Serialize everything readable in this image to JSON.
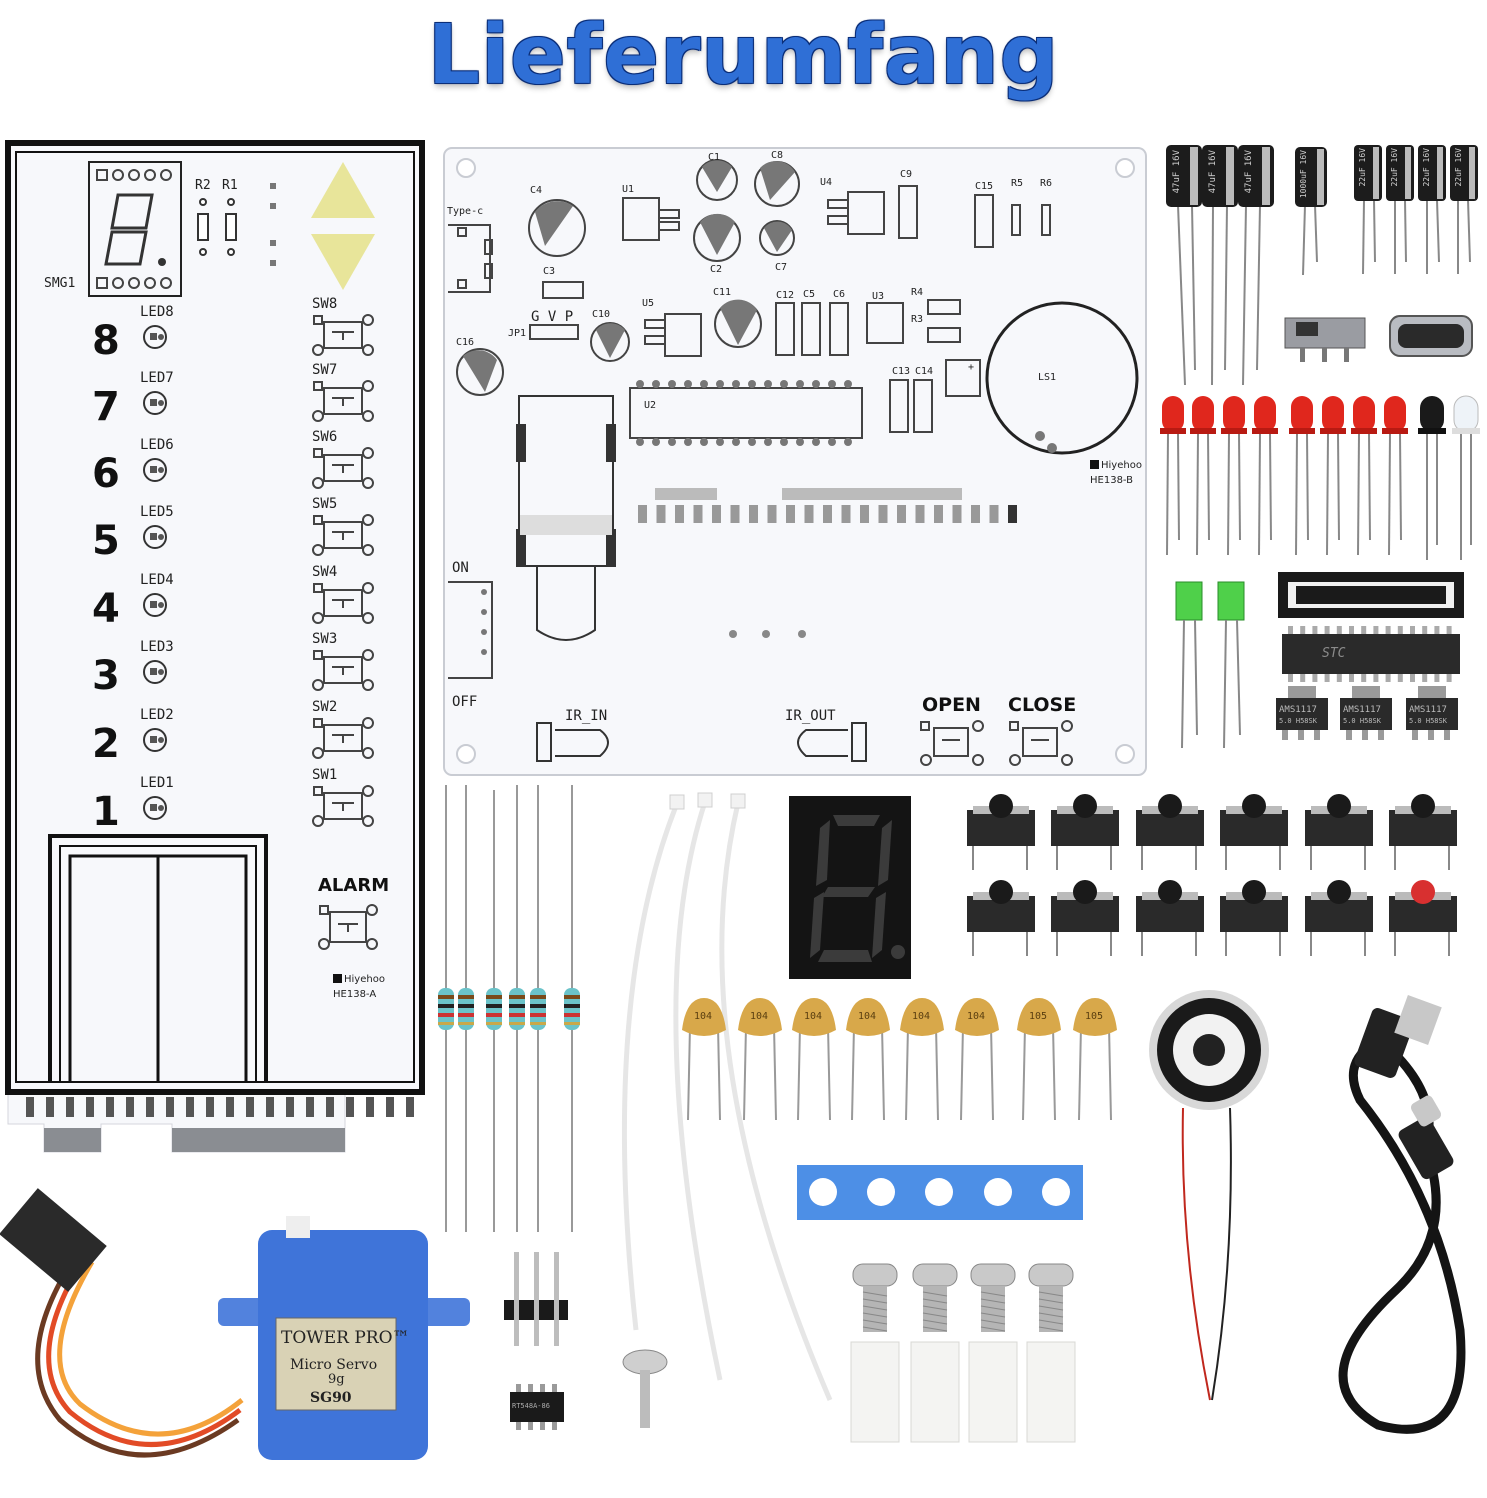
{
  "title": "Lieferumfang",
  "board_a": {
    "display_label": "SMG1",
    "resistor_labels": [
      "R2",
      "R1"
    ],
    "floors": [
      {
        "number": "8",
        "led": "LED8",
        "switch": "SW8"
      },
      {
        "number": "7",
        "led": "LED7",
        "switch": "SW7"
      },
      {
        "number": "6",
        "led": "LED6",
        "switch": "SW6"
      },
      {
        "number": "5",
        "led": "LED5",
        "switch": "SW5"
      },
      {
        "number": "4",
        "led": "LED4",
        "switch": "SW4"
      },
      {
        "number": "3",
        "led": "LED3",
        "switch": "SW3"
      },
      {
        "number": "2",
        "led": "LED2",
        "switch": "SW2"
      },
      {
        "number": "1",
        "led": "LED1",
        "switch": "SW1"
      }
    ],
    "alarm_label": "ALARM",
    "brand": "Hiyehoo",
    "model": "HE138-A",
    "colors": {
      "arrow": "#e8e59a"
    }
  },
  "board_b": {
    "labels": {
      "type_c": "Type-c",
      "c1": "C1",
      "c2": "C2",
      "c3": "C3",
      "c4": "C4",
      "c5": "C5",
      "c6": "C6",
      "c7": "C7",
      "c8": "C8",
      "c9": "C9",
      "c10": "C10",
      "c11": "C11",
      "c12": "C12",
      "c13": "C13",
      "c14": "C14",
      "c15": "C15",
      "c16": "C16",
      "u1": "U1",
      "u2": "U2",
      "u3": "U3",
      "u4": "U4",
      "u5": "U5",
      "r3": "R3",
      "r4": "R4",
      "r5": "R5",
      "r6": "R6",
      "jp1": "JP1",
      "gvp": "G V P",
      "ls1": "LS1",
      "on": "ON",
      "off": "OFF",
      "ir_in": "IR_IN",
      "ir_out": "IR_OUT",
      "open": "OPEN",
      "close": "CLOSE",
      "plus": "+"
    },
    "brand": "Hiyehoo",
    "model": "HE138-B"
  },
  "components": {
    "capacitors_small": [
      {
        "text": "47uF 16V"
      },
      {
        "text": "47uF 16V"
      },
      {
        "text": "47uF 16V"
      }
    ],
    "capacitor_large": {
      "text": "1000uF 16V"
    },
    "capacitors_22": [
      {
        "text": "22uF 16V"
      },
      {
        "text": "22uF 16V"
      },
      {
        "text": "22uF 16V"
      },
      {
        "text": "22uF 16V"
      }
    ],
    "ceramic_caps": [
      "104",
      "104",
      "104",
      "104",
      "104",
      "104",
      "105",
      "105"
    ],
    "ic_chip": "STC",
    "regulators": [
      {
        "line1": "AMS1117",
        "line2": "5.0 H58SK"
      },
      {
        "line1": "AMS1117",
        "line2": "5.0 H58SK"
      },
      {
        "line1": "AMS1117",
        "line2": "5.0 H58SK"
      }
    ],
    "small_ic": "RT548A-86",
    "servo": {
      "brand": "TOWER PRO™",
      "line1": "Micro Servo",
      "line2": "9g",
      "model": "SG90"
    },
    "colors": {
      "led_red": "#e0271d",
      "led_green": "#4fd04a",
      "servo_blue": "#3f74d9",
      "spacer_blue": "#4d8fe6",
      "capacitor_ceramic": "#d8a84a",
      "pcb_white": "#f7f8fb"
    }
  }
}
